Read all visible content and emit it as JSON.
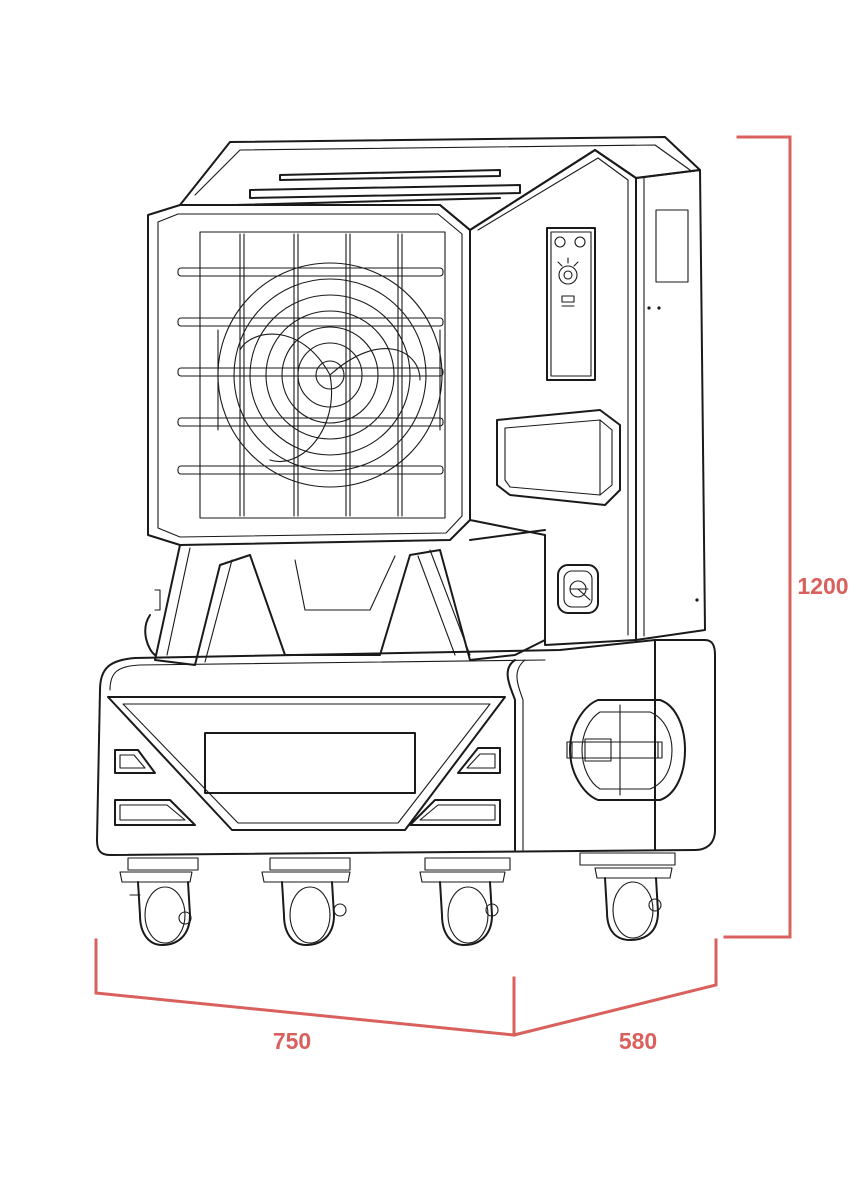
{
  "dimensions": {
    "height_label": "1200",
    "width_label": "750",
    "depth_label": "580"
  },
  "colors": {
    "dimension_line": "#d9605c",
    "drawing_line": "#1a1a1a",
    "background": "#ffffff"
  },
  "components": {
    "fan_guard_icon": "fan-grille",
    "control_panel_icon": "control-panel",
    "caster_icon": "caster-wheel"
  }
}
